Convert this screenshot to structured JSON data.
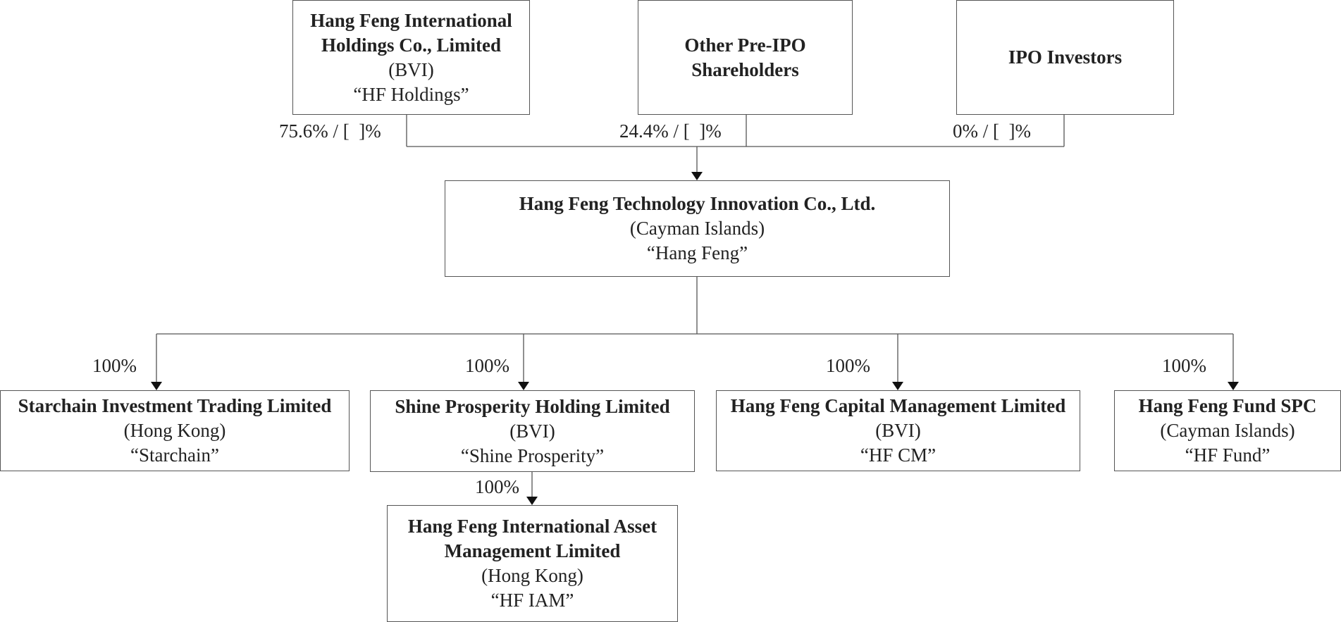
{
  "shareholders": {
    "hf_holdings": {
      "name_line1": "Hang Feng International",
      "name_line2": "Holdings Co., Limited",
      "jurisdiction": "(BVI)",
      "alias": "“HF Holdings”",
      "stake": "75.6% / [  ]%"
    },
    "pre_ipo": {
      "name_line1": "Other Pre-IPO",
      "name_line2": "Shareholders",
      "stake": "24.4% / [  ]%"
    },
    "ipo_investors": {
      "name": "IPO Investors",
      "stake": "0% / [  ]%"
    }
  },
  "company": {
    "name": "Hang Feng Technology Innovation Co., Ltd.",
    "jurisdiction": "(Cayman Islands)",
    "alias": "“Hang Feng”"
  },
  "subsidiaries": {
    "starchain": {
      "name": "Starchain Investment Trading Limited",
      "jurisdiction": "(Hong Kong)",
      "alias": "“Starchain”",
      "stake": "100%"
    },
    "shine": {
      "name": "Shine Prosperity Holding Limited",
      "jurisdiction": "(BVI)",
      "alias": "“Shine Prosperity”",
      "stake": "100%"
    },
    "hfcm": {
      "name": "Hang Feng Capital Management Limited",
      "jurisdiction": "(BVI)",
      "alias": "“HF CM”",
      "stake": "100%"
    },
    "hffund": {
      "name": "Hang Feng Fund SPC",
      "jurisdiction": "(Cayman Islands)",
      "alias": "“HF Fund”",
      "stake": "100%"
    },
    "hfiam": {
      "name_line1": "Hang Feng International Asset",
      "name_line2": "Management Limited",
      "jurisdiction": "(Hong Kong)",
      "alias": "“HF IAM”",
      "stake": "100%"
    }
  }
}
